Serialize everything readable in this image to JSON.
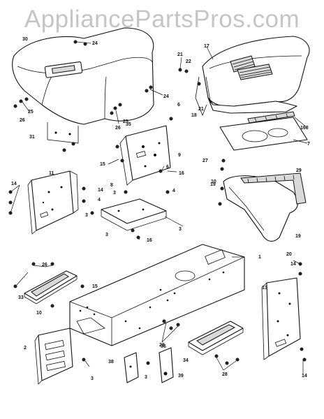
{
  "watermark": "AppliancePartsPros.com",
  "callouts": [
    "1",
    "2",
    "3",
    "3",
    "3",
    "3",
    "3",
    "3",
    "4",
    "4",
    "6",
    "6",
    "7",
    "8",
    "9",
    "10",
    "10",
    "11",
    "13",
    "14",
    "14",
    "14",
    "14",
    "15",
    "15",
    "16",
    "16",
    "17",
    "18",
    "19",
    "19",
    "20",
    "21",
    "21",
    "22",
    "24",
    "24",
    "25",
    "25",
    "26",
    "26",
    "26",
    "27",
    "28",
    "28",
    "29",
    "30",
    "31",
    "33",
    "34",
    "35",
    "36",
    "38",
    "39",
    "160"
  ]
}
